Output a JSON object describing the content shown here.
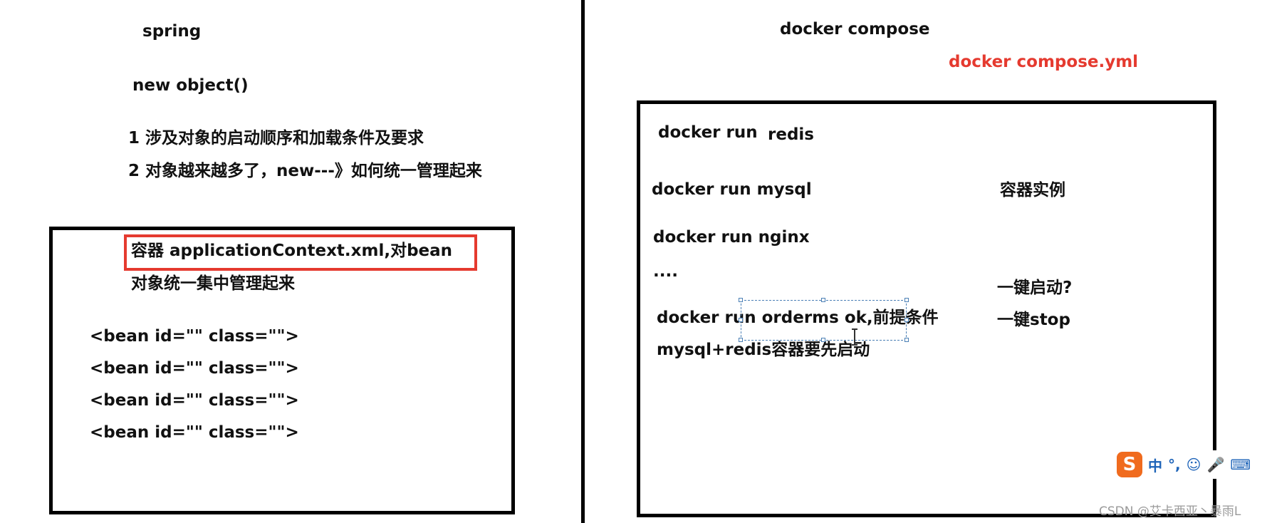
{
  "left": {
    "title": "spring",
    "subtitle": "new object()",
    "points": [
      "1 涉及对象的启动顺序和加载条件及要求",
      "2 对象越来越多了，new---》如何统一管理起来"
    ],
    "box": {
      "highlight": "容器 applicationContext.xml,对bean",
      "caption": "对象统一集中管理起来",
      "beans": [
        "<bean id=\"\" class=\"\">",
        "<bean id=\"\" class=\"\">",
        "<bean id=\"\" class=\"\">",
        "<bean id=\"\" class=\"\">"
      ]
    }
  },
  "right": {
    "title": "docker compose",
    "file": "docker compose.yml",
    "box": {
      "cmd_redis_a": "docker run",
      "cmd_redis_b": "redis",
      "cmd_mysql": "docker run mysql",
      "cmd_nginx": "docker run nginx",
      "ellipsis": "....",
      "cmd_orderms": "docker run orderms ok,前提条件",
      "precondition": "mysql+redis容器要先启动",
      "instance_label": "容器实例",
      "one_click_start": "一键启动?",
      "one_click_stop": "一键stop"
    }
  },
  "ime_toolbar": {
    "logo": "S",
    "items": [
      "中",
      "°,",
      "☺",
      "🎤",
      "⌨"
    ]
  },
  "watermark": "CSDN @艾卡西亚丶暴雨L",
  "colors": {
    "accent_red": "#e53a2f",
    "selection_blue": "#4a7fb5",
    "ime_orange": "#f06b1e"
  }
}
